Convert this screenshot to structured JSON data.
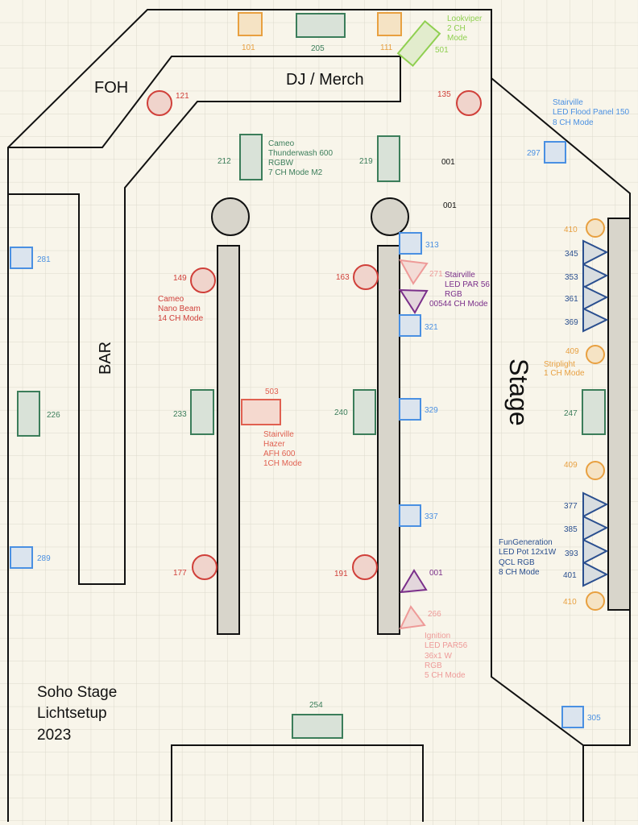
{
  "colors": {
    "red": "#d0403a",
    "orange": "#e8a040",
    "green": "#3b7d5a",
    "blue": "#4a90e2",
    "navy": "#2a4f8f",
    "purple": "#7a2f8a",
    "pink": "#ee9a98",
    "lime": "#8fcf50"
  },
  "areas": {
    "foh": "FOH",
    "dj": "DJ / Merch",
    "bar": "BAR",
    "stage": "Stage"
  },
  "title": {
    "line1": "Soho Stage",
    "line2": "Lichtsetup",
    "line3": "2023"
  },
  "fixtures": {
    "f101": "101",
    "f205": "205",
    "f111": "111",
    "f501": "501",
    "f121": "121",
    "f135": "135",
    "f212": "212",
    "f219": "219",
    "f001a": "001",
    "f001b": "001",
    "f297": "297",
    "f410a": "410",
    "f345": "345",
    "f353": "353",
    "f361": "361",
    "f369": "369",
    "f409a": "409",
    "f247": "247",
    "f409b": "409",
    "f377": "377",
    "f385": "385",
    "f393": "393",
    "f401": "401",
    "f410b": "410",
    "f281": "281",
    "f149": "149",
    "f163": "163",
    "f313": "313",
    "f271": "271",
    "f0054": "0054",
    "f321": "321",
    "f226": "226",
    "f233": "233",
    "f503": "503",
    "f240": "240",
    "f329": "329",
    "f337": "337",
    "f289": "289",
    "f177": "177",
    "f191": "191",
    "f001c": "001",
    "f266": "266",
    "f254": "254",
    "f305": "305"
  },
  "notes": {
    "lookviper": [
      "Lookviper",
      "2 CH",
      "Mode"
    ],
    "thunderwash": [
      "Cameo",
      "Thunderwash 600",
      "RGBW",
      "7 CH Mode M2"
    ],
    "floodpanel": [
      "Stairville",
      "LED Flood Panel 150",
      "8 CH Mode"
    ],
    "nanobeam": [
      "Cameo",
      "Nano Beam",
      "14 CH Mode"
    ],
    "par56": [
      "Stairville",
      "LED PAR 56",
      "RGB",
      "4 CH Mode"
    ],
    "striplight": [
      "Striplight",
      "1 CH Mode"
    ],
    "hazer": [
      "Stairville",
      "Hazer",
      "AFH 600",
      "1CH Mode"
    ],
    "ledpot": [
      "FunGeneration",
      "LED Pot 12x1W",
      "QCL RGB",
      "8 CH Mode"
    ],
    "ignition": [
      "Ignition",
      "LED PAR56",
      "36x1 W",
      "RGB",
      "5 CH Mode"
    ]
  }
}
